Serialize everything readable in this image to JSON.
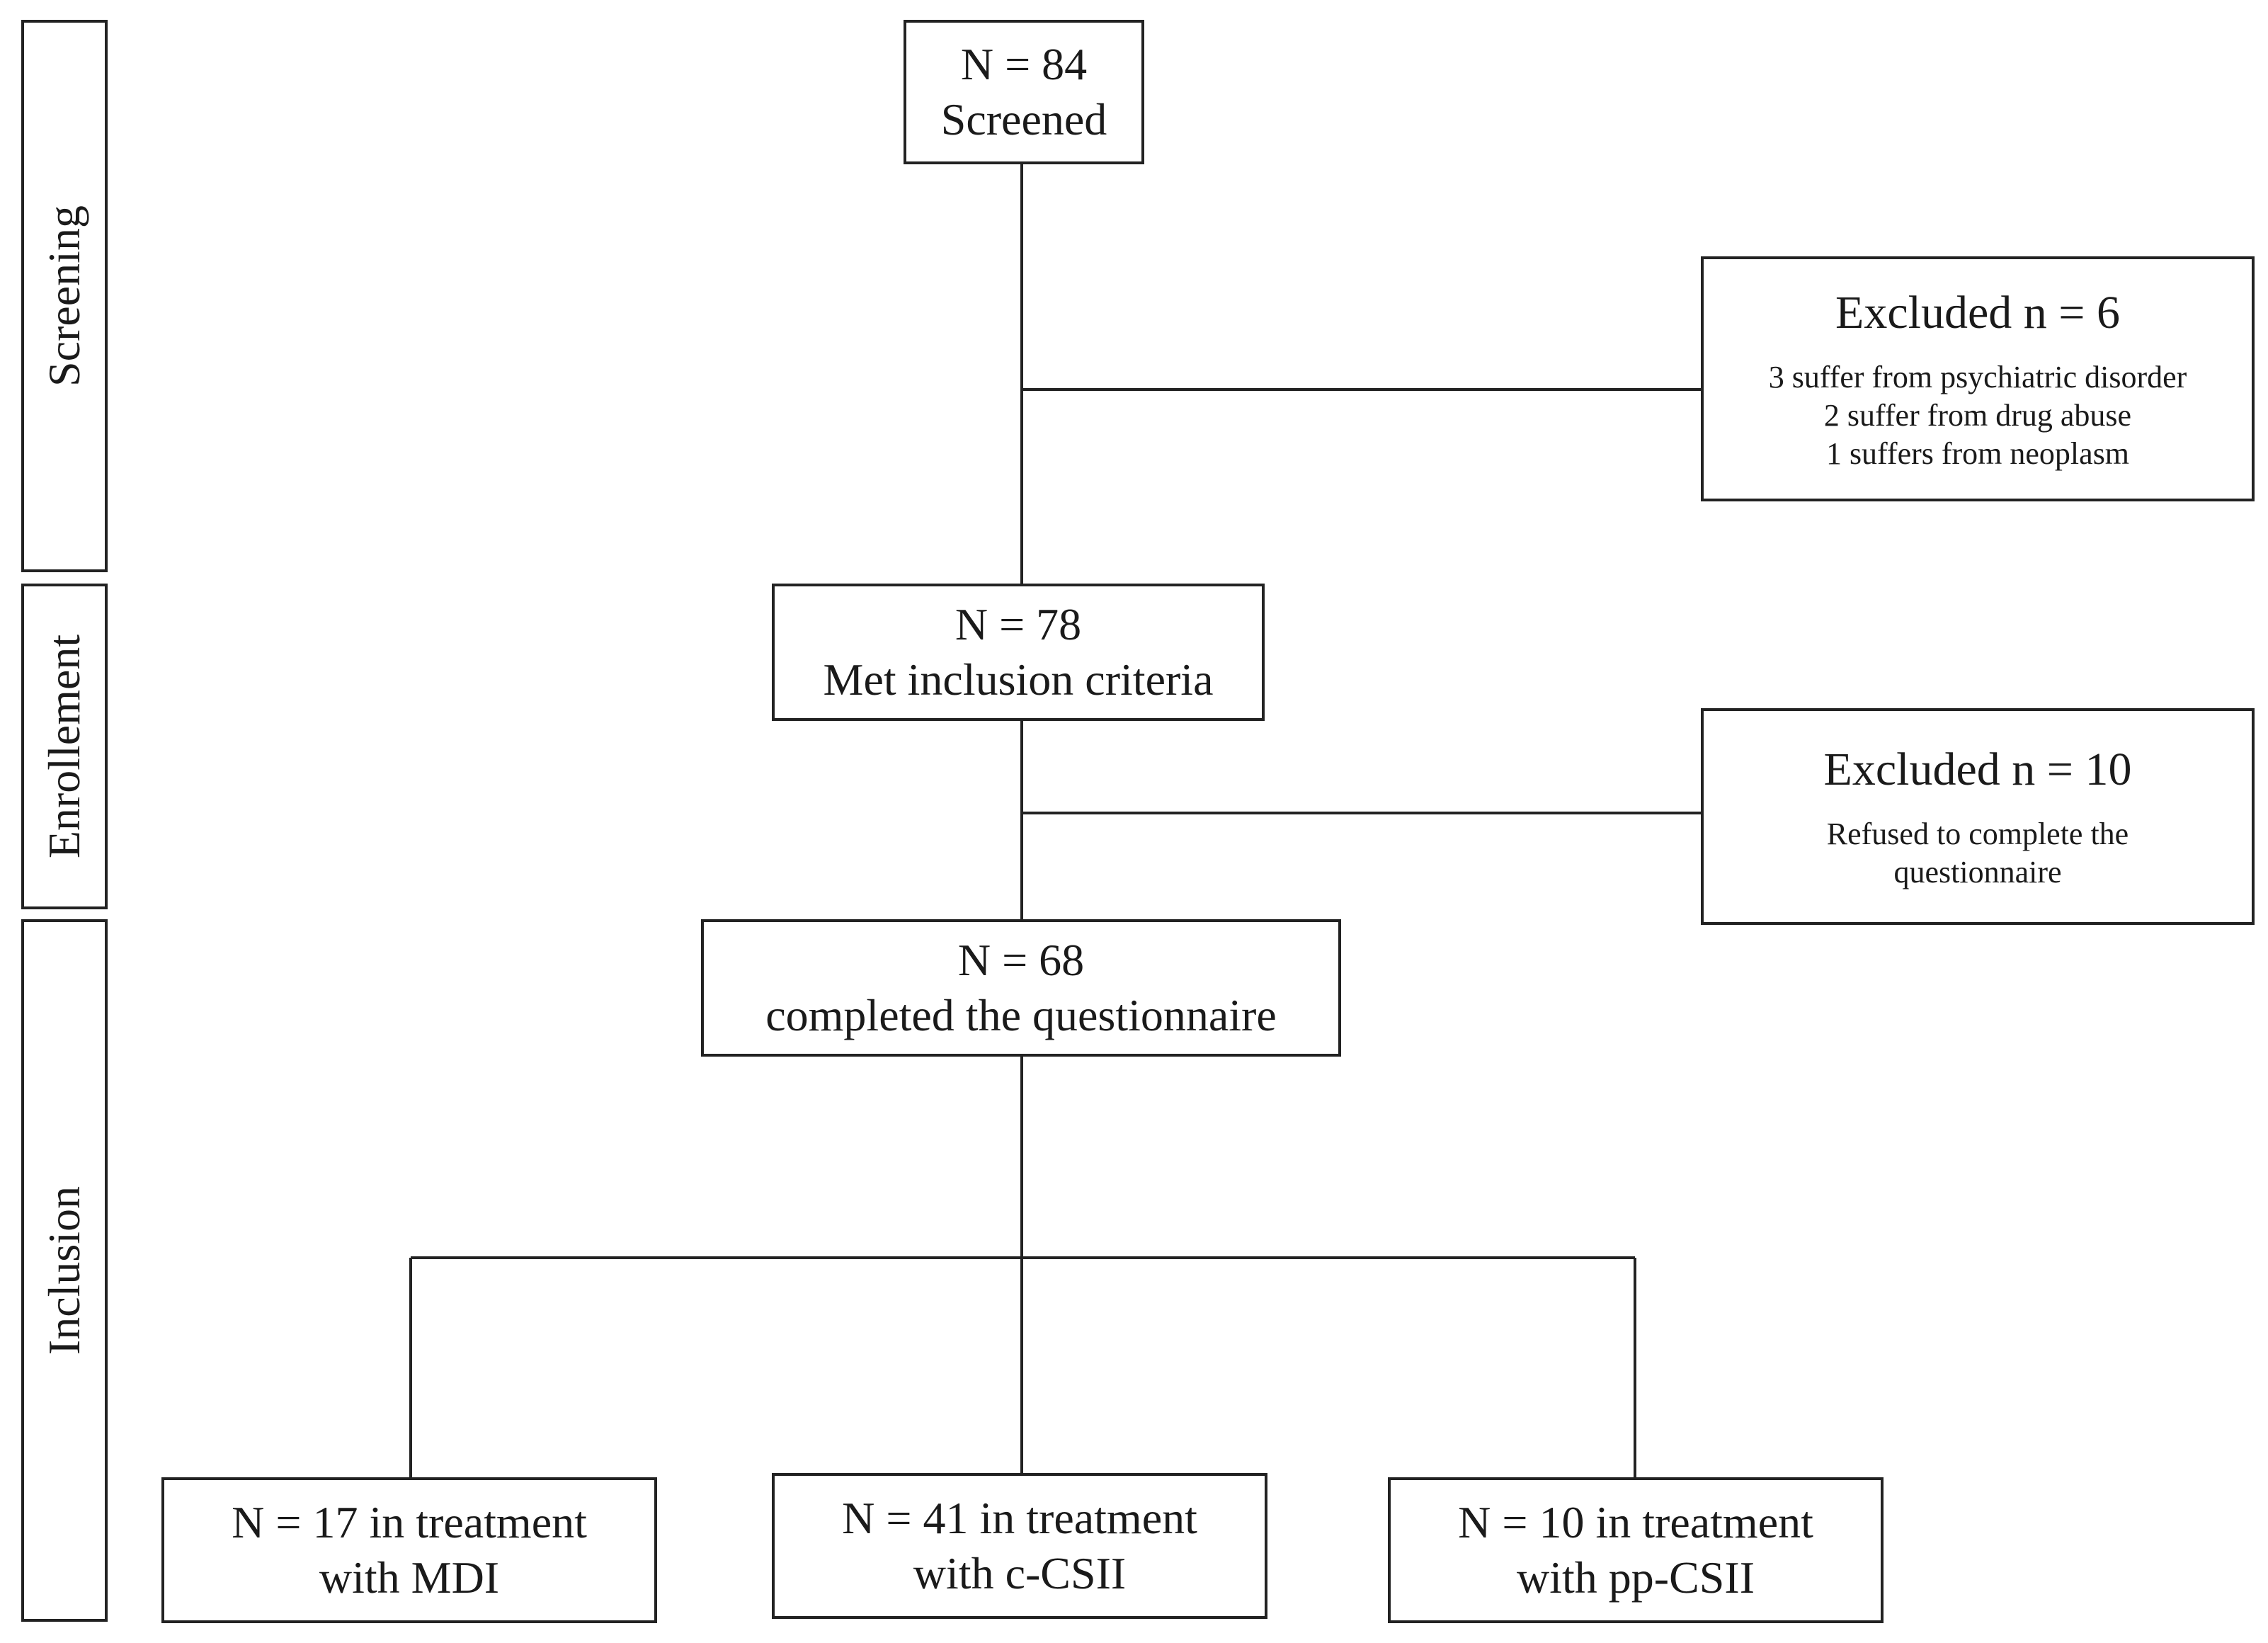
{
  "phases": {
    "screening": "Screening",
    "enrollement": "Enrollement",
    "inclusion": "Inclusion"
  },
  "screened": {
    "count": "N = 84",
    "label": "Screened"
  },
  "excluded_1": {
    "title": "Excluded n = 6",
    "reasons": [
      "3 suffer from psychiatric disorder",
      "2 suffer from drug abuse",
      "1 suffers from neoplasm"
    ]
  },
  "met_criteria": {
    "count": "N = 78",
    "label": "Met inclusion criteria"
  },
  "excluded_2": {
    "title": "Excluded n = 10",
    "reasons": [
      "Refused to complete the",
      "questionnaire"
    ]
  },
  "completed": {
    "count": "N = 68",
    "label": "completed the questionnaire"
  },
  "groups": [
    {
      "line1": "N = 17 in treatment",
      "line2": "with MDI"
    },
    {
      "line1": "N = 41 in treatment",
      "line2": "with c-CSII"
    },
    {
      "line1": "N = 10 in treatment",
      "line2": "with pp-CSII"
    }
  ]
}
